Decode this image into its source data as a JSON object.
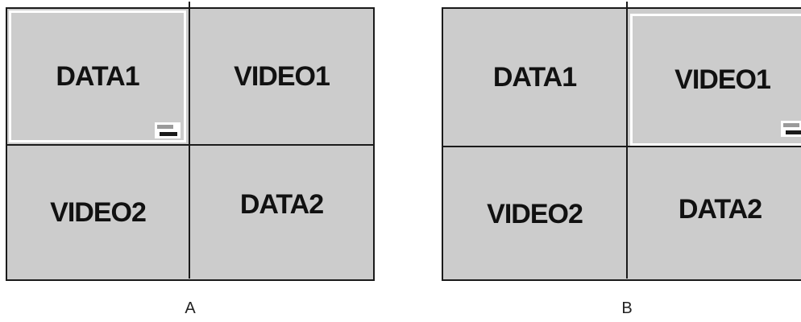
{
  "diagrams": [
    {
      "caption": "A",
      "cells": {
        "top_left": "DATA1",
        "top_right": "VIDEO1",
        "bottom_left": "VIDEO2",
        "bottom_right": "DATA2"
      },
      "selected_cell": "DATA1"
    },
    {
      "caption": "B",
      "cells": {
        "top_left": "DATA1",
        "top_right": "VIDEO1",
        "bottom_left": "VIDEO2",
        "bottom_right": "DATA2"
      },
      "selected_cell": "VIDEO1"
    }
  ],
  "icons": {
    "selection_marker": "pip-window-icon"
  },
  "colors": {
    "panel_bg": "#cccccc",
    "frame": "#1a1a1a",
    "selection_border": "#ffffff"
  }
}
